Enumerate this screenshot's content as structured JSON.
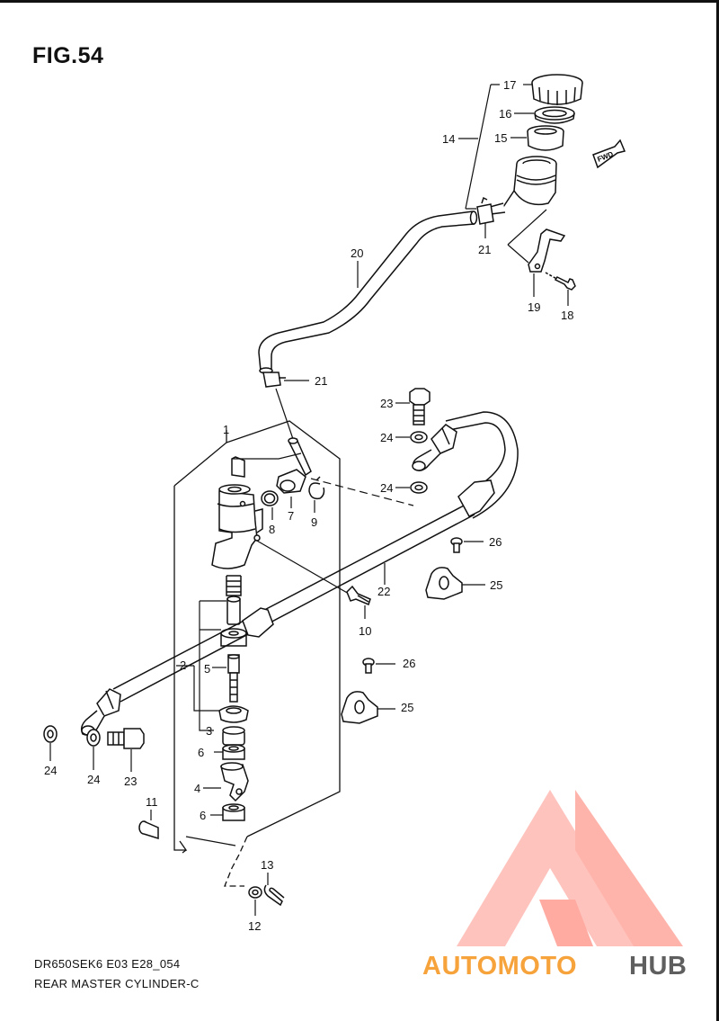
{
  "figure": {
    "title": "FIG.54",
    "code": "DR650SEK6 E03 E28_054",
    "name": "REAR MASTER CYLINDER-C",
    "direction_tag": "FWD"
  },
  "callouts": {
    "c17": "17",
    "c16": "16",
    "c15": "15",
    "c14": "14",
    "c21a": "21",
    "c19": "19",
    "c18": "18",
    "c20": "20",
    "c21b": "21",
    "c23a": "23",
    "c24a": "24",
    "c24b": "24",
    "c1": "1",
    "c7": "7",
    "c8": "8",
    "c9": "9",
    "c26a": "26",
    "c25a": "25",
    "c22": "22",
    "c10": "10",
    "c2": "2",
    "c5": "5",
    "c3": "3",
    "c6a": "6",
    "c4": "4",
    "c6b": "6",
    "c26b": "26",
    "c25b": "25",
    "c24c": "24",
    "c24d": "24",
    "c23b": "23",
    "c11": "11",
    "c13": "13",
    "c12": "12"
  },
  "watermark": {
    "part1": "AUTOMOTO",
    "part2": "HUB",
    "color_primary": "#ff6f5e",
    "color_secondary": "#5f5f5f"
  }
}
